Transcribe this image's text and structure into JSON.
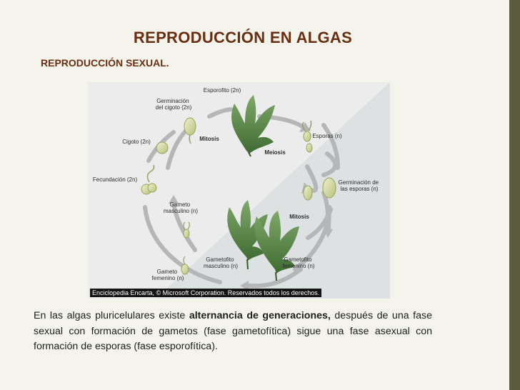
{
  "slide": {
    "title": "REPRODUCCIÓN EN ALGAS",
    "subtitle": "REPRODUCCIÓN SEXUAL."
  },
  "diagram": {
    "stages": {
      "esporofito": [
        "Esporofito (2n)"
      ],
      "germinacion_cigoto": [
        "Germinación",
        "del cigoto (2n)"
      ],
      "cigoto": [
        "Cigoto (2n)"
      ],
      "fecundacion": [
        "Fecundación (2n)"
      ],
      "esporas": [
        "Esporas (n)"
      ],
      "germinacion_esporas": [
        "Germinación de",
        "las esporas (n)"
      ],
      "gameto_masculino": [
        "Gameto",
        "masculino (n)"
      ],
      "gameto_femenino": [
        "Gameto",
        "femenino (n)"
      ],
      "gametofito_masculino": [
        "Gametofito",
        "masculino (n)"
      ],
      "gametofito_femenino": [
        "Gametofito",
        "femenino (n)"
      ]
    },
    "processes": {
      "mitosis_top": "Mitosis",
      "meiosis": "Meiosis",
      "mitosis_right": "Mitosis"
    },
    "copyright": "Enciclopedia Encarta, © Microsoft Corporation. Reservados todos los derechos."
  },
  "paragraph": {
    "part1": "En las algas pluricelulares existe ",
    "bold": "alternancia de generaciones,",
    "part2": " después de una fase sexual con formación de gametos (fase gametofítica) sigue una fase asexual con formación de esporas (fase esporofítica)."
  },
  "colors": {
    "title": "#6a2e12",
    "side_bar": "#5c5a3c",
    "background": "#f4f4ed",
    "diagram_dark": "#dfe3e4",
    "arrow": "#b4b6b8",
    "alga_green": "#5b8a4a"
  }
}
